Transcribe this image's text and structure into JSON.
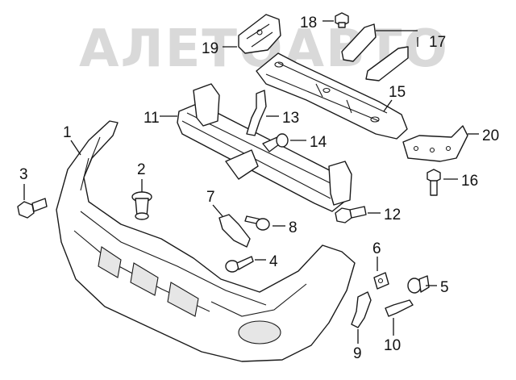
{
  "watermark": {
    "text": "АЛЕТОАВТО"
  },
  "callouts": [
    {
      "id": "1",
      "label": "1"
    },
    {
      "id": "2",
      "label": "2"
    },
    {
      "id": "3",
      "label": "3"
    },
    {
      "id": "4",
      "label": "4"
    },
    {
      "id": "5",
      "label": "5"
    },
    {
      "id": "6",
      "label": "6"
    },
    {
      "id": "7",
      "label": "7"
    },
    {
      "id": "8",
      "label": "8"
    },
    {
      "id": "9",
      "label": "9"
    },
    {
      "id": "10",
      "label": "10"
    },
    {
      "id": "11",
      "label": "11"
    },
    {
      "id": "12",
      "label": "12"
    },
    {
      "id": "13",
      "label": "13"
    },
    {
      "id": "14",
      "label": "14"
    },
    {
      "id": "15",
      "label": "15"
    },
    {
      "id": "16",
      "label": "16"
    },
    {
      "id": "17",
      "label": "17"
    },
    {
      "id": "18",
      "label": "18"
    },
    {
      "id": "19",
      "label": "19"
    },
    {
      "id": "20",
      "label": "20"
    }
  ]
}
